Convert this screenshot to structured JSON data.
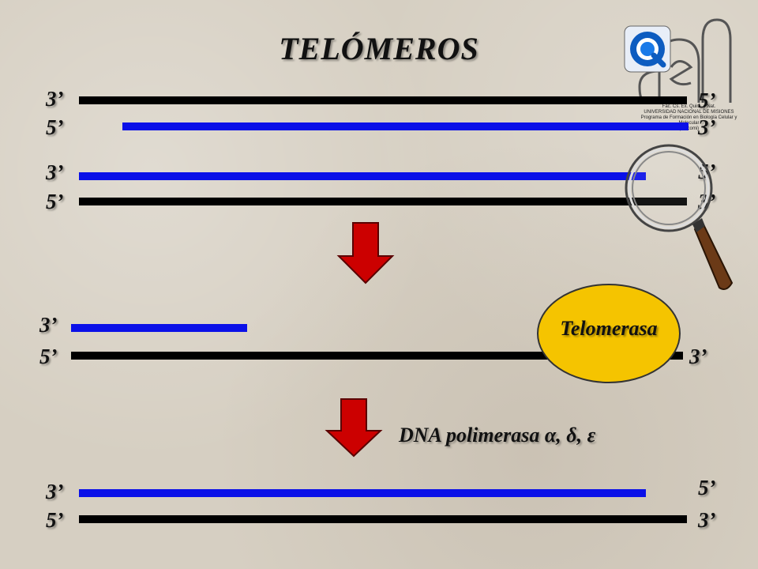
{
  "title": "TELÓMEROS",
  "labels": {
    "three_prime": "3’",
    "five_prime": "5’"
  },
  "enzyme": "Telomerasa",
  "polymerase": "DNA polimerasa α, δ, ε",
  "logo": {
    "line1": "Fac. Cs. Ex. Quim. y Nat.",
    "line2": "UNIVERSIDAD NACIONAL DE MISIONES",
    "line3": "Programa de Formación en Biología Celular y Molecular",
    "line4": "(Biocomi)"
  },
  "colors": {
    "strand_template": "#000000",
    "strand_new": "#0a10e8",
    "arrow": "#cc0000",
    "enzyme": "#f5c400"
  }
}
